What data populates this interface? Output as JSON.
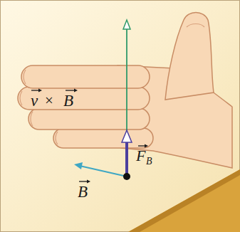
{
  "diagram": {
    "labels": [
      "v",
      "×",
      "B",
      "F",
      "B",
      "B"
    ]
  }
}
